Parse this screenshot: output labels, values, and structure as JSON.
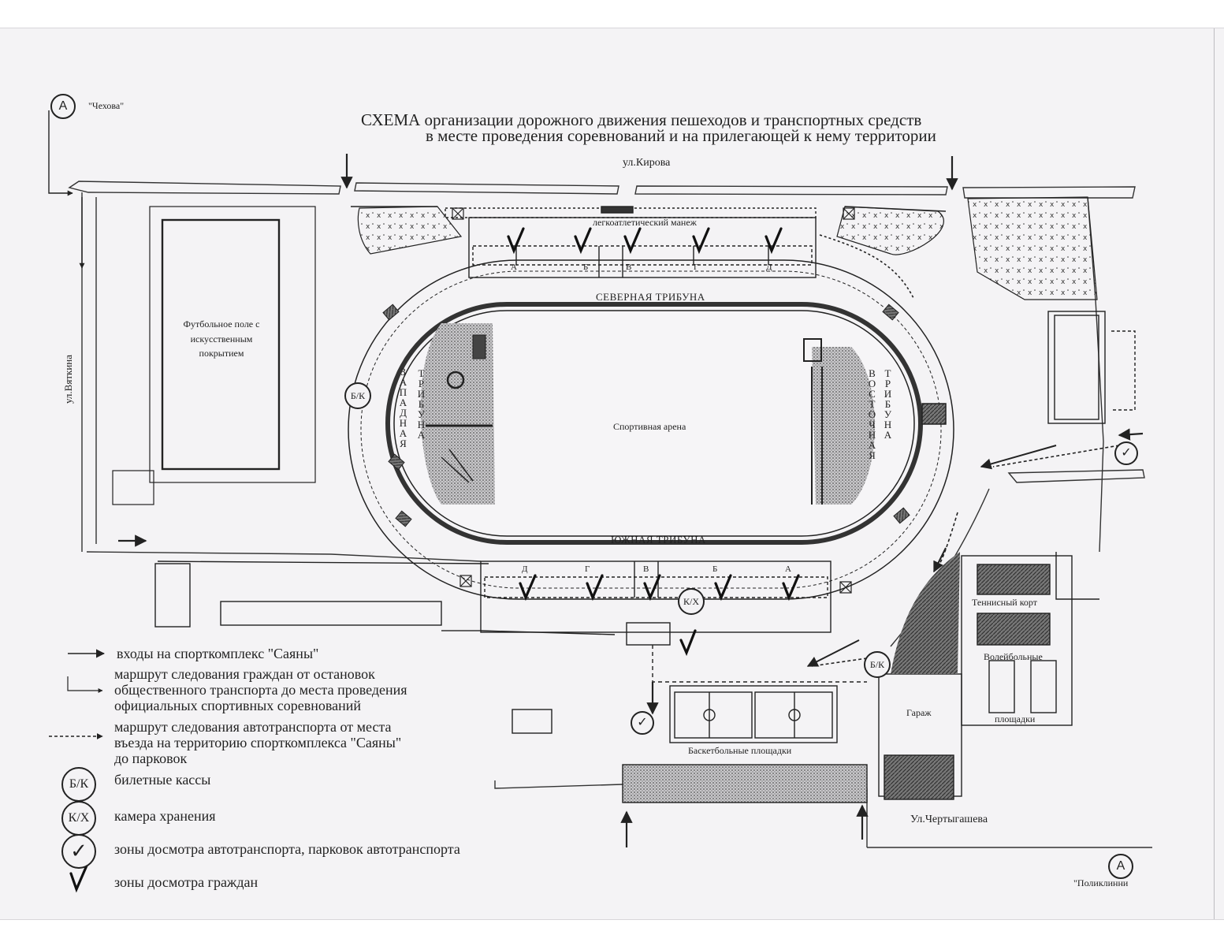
{
  "map": {
    "title_line1": "СХЕМА организации дорожного движения пешеходов и транспортных средств",
    "title_line2": "в месте проведения соревнований и на прилегающей к нему территории",
    "streets": {
      "kirova": "ул.Кирова",
      "vyatkina": "ул.Вяткина",
      "chertygasheva": "Ул.Чертыгашева",
      "chekhova": "\"Чехова\"",
      "poliklinika": "\"Поликлинни"
    },
    "markers": {
      "a_top": "A",
      "a_bottom": "A"
    },
    "facilities": {
      "football_field": "Футбольное поле с искусственным покрытием",
      "arena": "Спортивная арена",
      "north_stand": "СЕВЕРНАЯ ТРИБУНА",
      "south_stand": "ЮЖНАЯ ТРИБУНА",
      "west_stand_a": "ЗАПАДНАЯ",
      "west_stand_b": "ТРИБУНА",
      "east_stand_a": "ВОСТОЧНАЯ",
      "east_stand_b": "ТРИБУНА",
      "manege": "легкоатлетический манеж",
      "tennis": "Теннисный корт",
      "volleyball_1": "Волейбольные",
      "volleyball_2": "площадки",
      "garage": "Гараж",
      "basketball": "Баскетбольные площадки"
    },
    "sectors_north": [
      "А",
      "Б",
      "В",
      "Г",
      "Д"
    ],
    "sectors_south": [
      "Д",
      "Г",
      "В",
      "Б",
      "А"
    ],
    "badges": {
      "ticket_office": "Б/К",
      "storage": "К/Х"
    }
  },
  "legend": {
    "items": [
      "входы на спорткомплекс \"Саяны\"",
      "маршрут следования граждан от остановок общественного транспорта до места проведения официальных спортивных соревнований",
      "маршрут следования автотранспорта от места въезда на территорию спорткомплекса \"Саяны\" до парковок",
      "билетные кассы",
      "камера хранения",
      "зоны досмотра автотранспорта, парковок автотранспорта",
      "зоны досмотра граждан"
    ],
    "item2_lines": [
      "маршрут следования граждан от остановок",
      "общественного транспорта до места проведения",
      "официальных спортивных соревнований"
    ],
    "item3_lines": [
      "маршрут следования автотранспорта от места",
      "въезда на территорию спорткомплекса \"Саяны\"",
      "до парковок"
    ]
  }
}
